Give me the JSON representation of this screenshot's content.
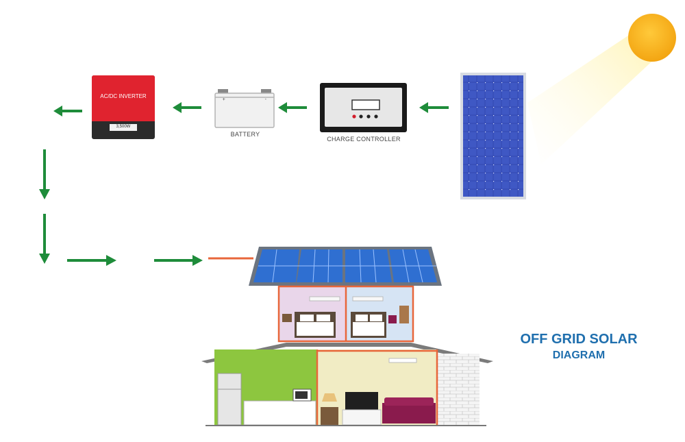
{
  "diagram": {
    "title_line1": "OFF GRID SOLAR",
    "title_line2": "DIAGRAM",
    "components": {
      "inverter": {
        "label": "AC/DC INVERTER",
        "rating": "3,500W"
      },
      "battery": {
        "label": "BATTERY",
        "terminal_plus": "+",
        "terminal_minus": "-"
      },
      "charge_controller": {
        "label": "CHARGE CONTROLLER"
      }
    },
    "colors": {
      "arrow": "#1e8c3a",
      "inverter_red": "#e0232f",
      "panel_blue": "#2f4fb5",
      "sun": "#f7b21b",
      "title": "#1f6fae",
      "wire": "#e8663a"
    }
  }
}
